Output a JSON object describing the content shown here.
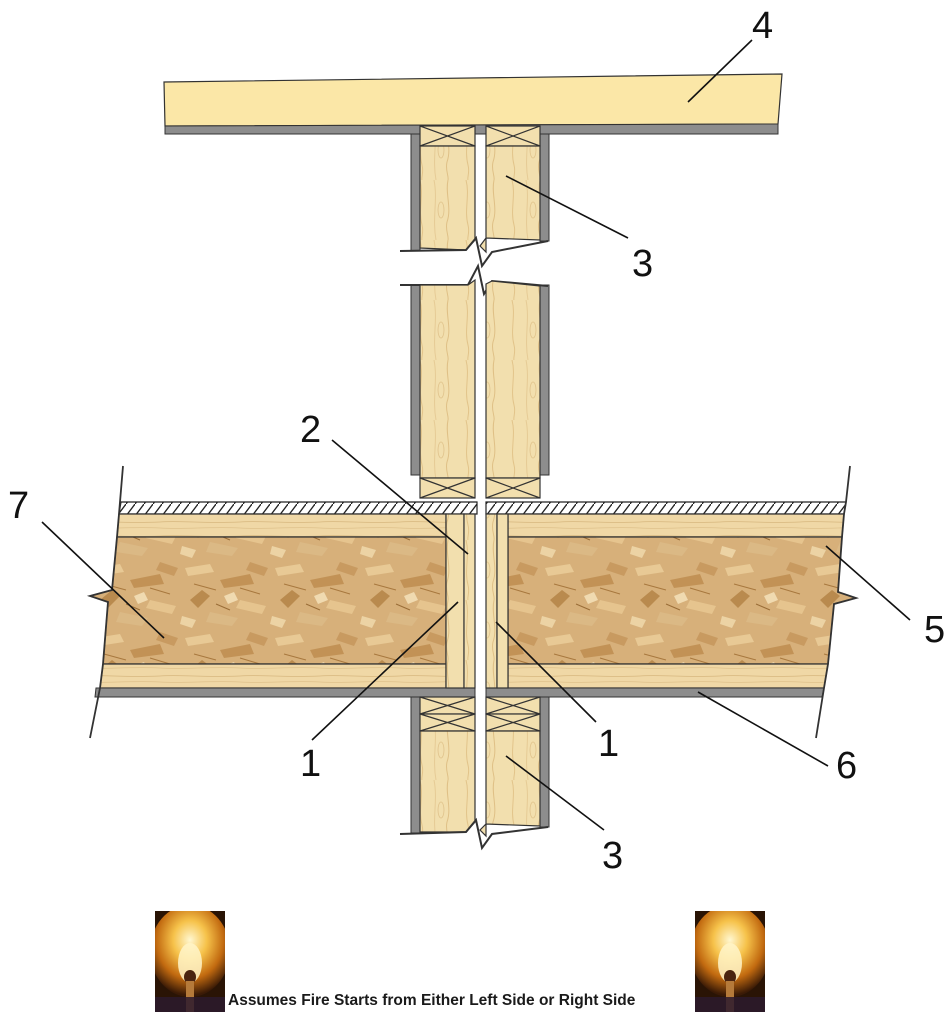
{
  "diagram": {
    "callouts": {
      "roof_sheathing": "4",
      "top_stud": "3",
      "firestop_gap": "2",
      "left_joist": "7",
      "right_joist": "5",
      "ceiling_board": "6",
      "left_rim_board": "1",
      "right_rim_board": "1",
      "bottom_stud": "3"
    }
  },
  "caption": {
    "text": "Assumes Fire Starts from Either Left Side or Right Side"
  },
  "icons": {
    "left": "burning-match-icon",
    "right": "burning-match-icon"
  },
  "colors": {
    "wood": "#f2dfaf",
    "sheathing": "#fbe6a6",
    "gypsum": "#8c8c8c",
    "osb": "#d7b17a"
  }
}
